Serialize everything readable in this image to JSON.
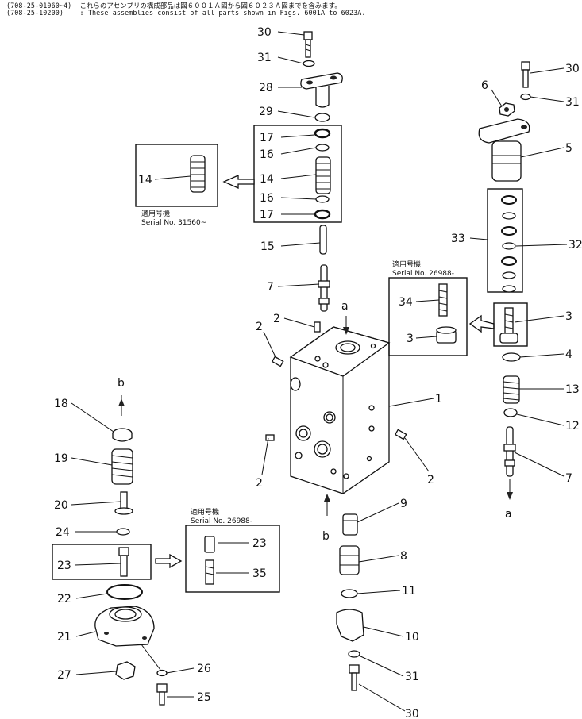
{
  "header": {
    "line1": "(708-25-01060~4)  これらのアセンブリの構成部品は図６００１Ａ図から図６０２３Ａ図までを含みます。",
    "line2": "(708-25-10200)    : These assemblies consist of all parts shown in Figs. 6001A to 6023A."
  },
  "serials": {
    "box_top_left_jp": "適用号機",
    "box_top_left": "Serial  No.  31560~",
    "box_right_jp": "適用号機",
    "box_right": "Serial  No.  26988-",
    "box_bottom_jp": "適用号機",
    "box_bottom": "Serial  No.  26988-"
  },
  "callouts": {
    "c30a": "30",
    "c31a": "31",
    "c28": "28",
    "c29": "29",
    "c17a": "17",
    "c16a": "16",
    "c14a": "14",
    "c16b": "16",
    "c17b": "17",
    "c14b": "14",
    "c15": "15",
    "c7a": "7",
    "c2a": "2",
    "c2b": "2",
    "c2c": "2",
    "c2d": "2",
    "c1": "1",
    "c9": "9",
    "c8": "8",
    "c11": "11",
    "c10": "10",
    "c31c": "31",
    "c30c": "30",
    "c6": "6",
    "c30b": "30",
    "c31b": "31",
    "c5": "5",
    "c33": "33",
    "c32": "32",
    "c34": "34",
    "c3a": "3",
    "c3b": "3",
    "c4": "4",
    "c13": "13",
    "c12": "12",
    "c7b": "7",
    "c18": "18",
    "c19": "19",
    "c20": "20",
    "c24": "24",
    "c23a": "23",
    "c23b": "23",
    "c35": "35",
    "c22": "22",
    "c21": "21",
    "c27": "27",
    "c26": "26",
    "c25": "25"
  },
  "ports": {
    "a_top": "a",
    "b_bottom": "b",
    "b_left": "b",
    "a_right": "a"
  }
}
